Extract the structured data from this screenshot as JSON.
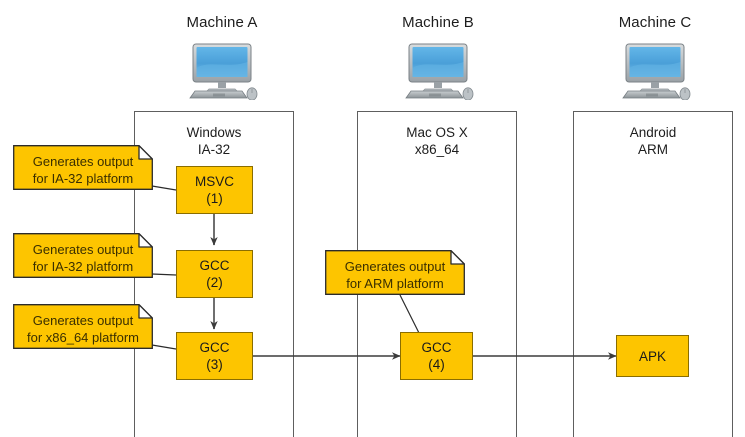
{
  "machines": [
    {
      "title": "Machine A",
      "icon": "desktop-computer-icon"
    },
    {
      "title": "Machine B",
      "icon": "desktop-computer-icon"
    },
    {
      "title": "Machine C",
      "icon": "desktop-computer-icon"
    }
  ],
  "containers": [
    {
      "id": "machine-a",
      "label": "Windows\nIA-32"
    },
    {
      "id": "machine-b",
      "label": "Mac OS X\nx86_64"
    },
    {
      "id": "machine-c",
      "label": "Android\nARM"
    }
  ],
  "nodes": [
    {
      "id": "msvc-1",
      "name": "MSVC",
      "index": "(1)"
    },
    {
      "id": "gcc-2",
      "name": "GCC",
      "index": "(2)"
    },
    {
      "id": "gcc-3",
      "name": "GCC",
      "index": "(3)"
    },
    {
      "id": "gcc-4",
      "name": "GCC",
      "index": "(4)"
    },
    {
      "id": "apk",
      "name": "APK",
      "index": ""
    }
  ],
  "notes": [
    {
      "id": "note-ia32-1",
      "text": "Generates output\nfor IA-32 platform"
    },
    {
      "id": "note-ia32-2",
      "text": "Generates output\nfor IA-32 platform"
    },
    {
      "id": "note-x86-64",
      "text": "Generates output\nfor x86_64 platform"
    },
    {
      "id": "note-arm",
      "text": "Generates output\nfor ARM platform"
    }
  ],
  "colors": {
    "node_fill": "#FDC500",
    "node_border": "#8a6d00",
    "note_fill": "#FDC500",
    "note_border": "#2b2b2b",
    "container_border": "#5e5e5e",
    "arrow": "#4a4a4a",
    "background": "#ffffff",
    "screen_blue": "#4aa3dd"
  }
}
